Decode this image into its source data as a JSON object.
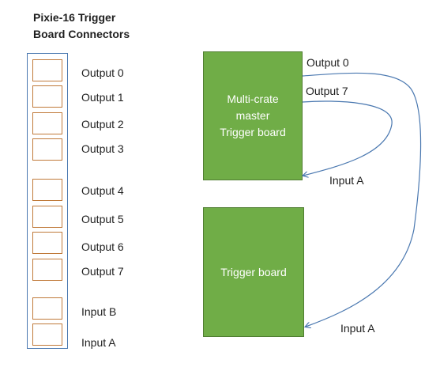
{
  "title": {
    "line1": "Pixie-16 Trigger",
    "line2": "Board Connectors"
  },
  "connectors": [
    {
      "label": "Output 0"
    },
    {
      "label": "Output 1"
    },
    {
      "label": "Output 2"
    },
    {
      "label": "Output 3"
    },
    {
      "label": "Output 4"
    },
    {
      "label": "Output 5"
    },
    {
      "label": "Output 6"
    },
    {
      "label": "Output 7"
    },
    {
      "label": "Input B"
    },
    {
      "label": "Input A"
    }
  ],
  "boards": {
    "master": {
      "line1": "Multi-crate",
      "line2": "master",
      "line3": "Trigger board",
      "color": "#70ad47"
    },
    "trigger": {
      "label": "Trigger board",
      "color": "#70ad47"
    }
  },
  "ports": {
    "master_output0": "Output 0",
    "master_output7": "Output 7",
    "master_inputA": "Input A",
    "trigger_inputA": "Input A"
  },
  "colors": {
    "cable": "#4a78b0",
    "connector_border": "#c07a3a",
    "strip_border": "#4a78b0"
  }
}
